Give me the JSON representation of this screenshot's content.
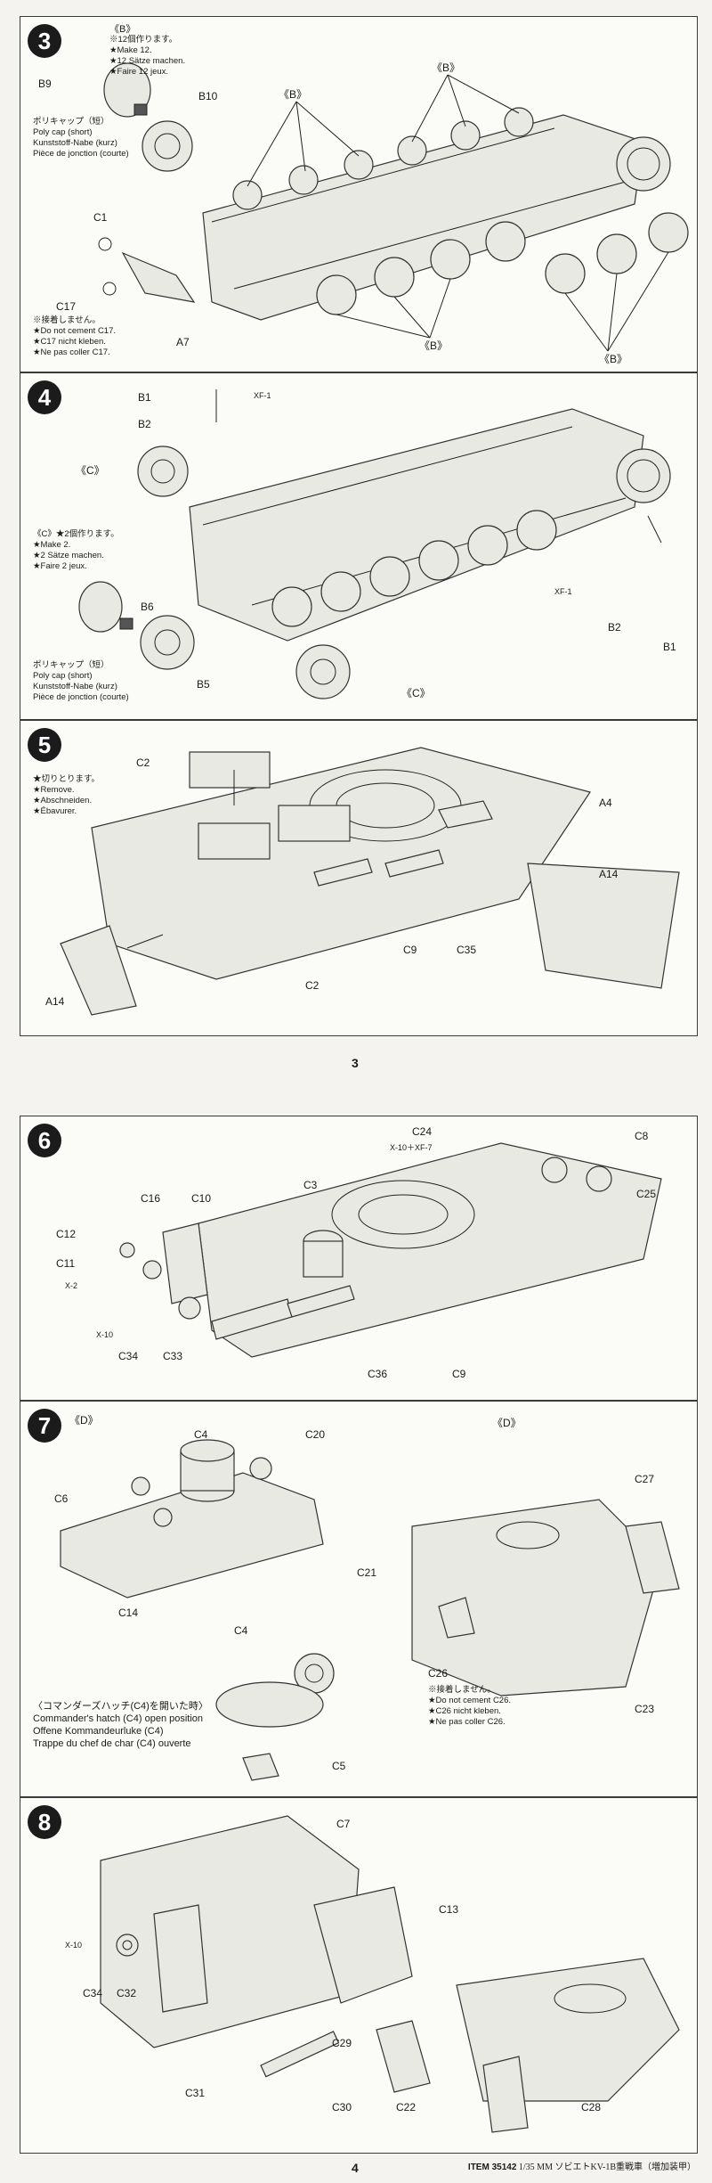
{
  "page_top": {
    "page_number": "3",
    "steps": [
      {
        "number": "3",
        "group_tag": "《B》",
        "note_make": [
          "※12個作ります。",
          "★Make 12.",
          "★12 Sätze machen.",
          "★Faire 12 jeux."
        ],
        "note_polycap": [
          "ポリキャップ（短）",
          "Poly cap (short)",
          "Kunststoff-Nabe (kurz)",
          "Pièce de jonction (courte)"
        ],
        "note_nocement": [
          "※接着しません。",
          "★Do not cement C17.",
          "★C17 nicht kleben.",
          "★Ne pas coller C17."
        ],
        "labels": [
          "B9",
          "B10",
          "C1",
          "C17",
          "A7",
          "《B》",
          "《B》",
          "《B》",
          "《B》"
        ]
      },
      {
        "number": "4",
        "note_make": [
          "《C》★2個作ります。",
          "★Make 2.",
          "★2 Sätze machen.",
          "★Faire 2 jeux."
        ],
        "note_polycap": [
          "ポリキャップ（短）",
          "Poly cap (short)",
          "Kunststoff-Nabe (kurz)",
          "Pièce de jonction (courte)"
        ],
        "labels": [
          "B1",
          "B2",
          "XF-1",
          "《C》",
          "B6",
          "B5",
          "XF-1",
          "B2",
          "B1",
          "《C》"
        ]
      },
      {
        "number": "5",
        "note_remove": [
          "★切りとります。",
          "★Remove.",
          "★Abschneiden.",
          "★Ébavurer."
        ],
        "labels": [
          "C2",
          "A4",
          "A14",
          "C9",
          "C35",
          "C2",
          "A14"
        ]
      }
    ]
  },
  "page_bottom": {
    "page_number": "4",
    "steps": [
      {
        "number": "6",
        "labels": [
          "C24",
          "X-10＋XF-7",
          "C8",
          "C16",
          "C10",
          "C3",
          "C25",
          "C12",
          "C11",
          "X-2",
          "X-10",
          "C34",
          "C33",
          "C36",
          "C9"
        ]
      },
      {
        "number": "7",
        "labels": [
          "《D》",
          "C4",
          "C20",
          "C6",
          "C14",
          "《D》",
          "C27",
          "C21",
          "C26",
          "C23",
          "C4",
          "C5"
        ],
        "note_hatch": [
          "〈コマンダーズハッチ(C4)を開いた時〉",
          "Commander's hatch (C4) open position",
          "Offene Kommandeurluke (C4)",
          "Trappe du chef de char (C4) ouverte"
        ],
        "note_nocement": [
          "※接着しません。",
          "★Do not cement C26.",
          "★C26 nicht kleben.",
          "★Ne pas coller C26."
        ]
      },
      {
        "number": "8",
        "labels": [
          "C7",
          "C13",
          "X-10",
          "C34",
          "C32",
          "C29",
          "C31",
          "C30",
          "C22",
          "C28"
        ]
      }
    ],
    "footer_item": "ITEM 35142",
    "footer_title": "1/35 MM ソビエトKV-1B重戦車（増加装甲）"
  }
}
